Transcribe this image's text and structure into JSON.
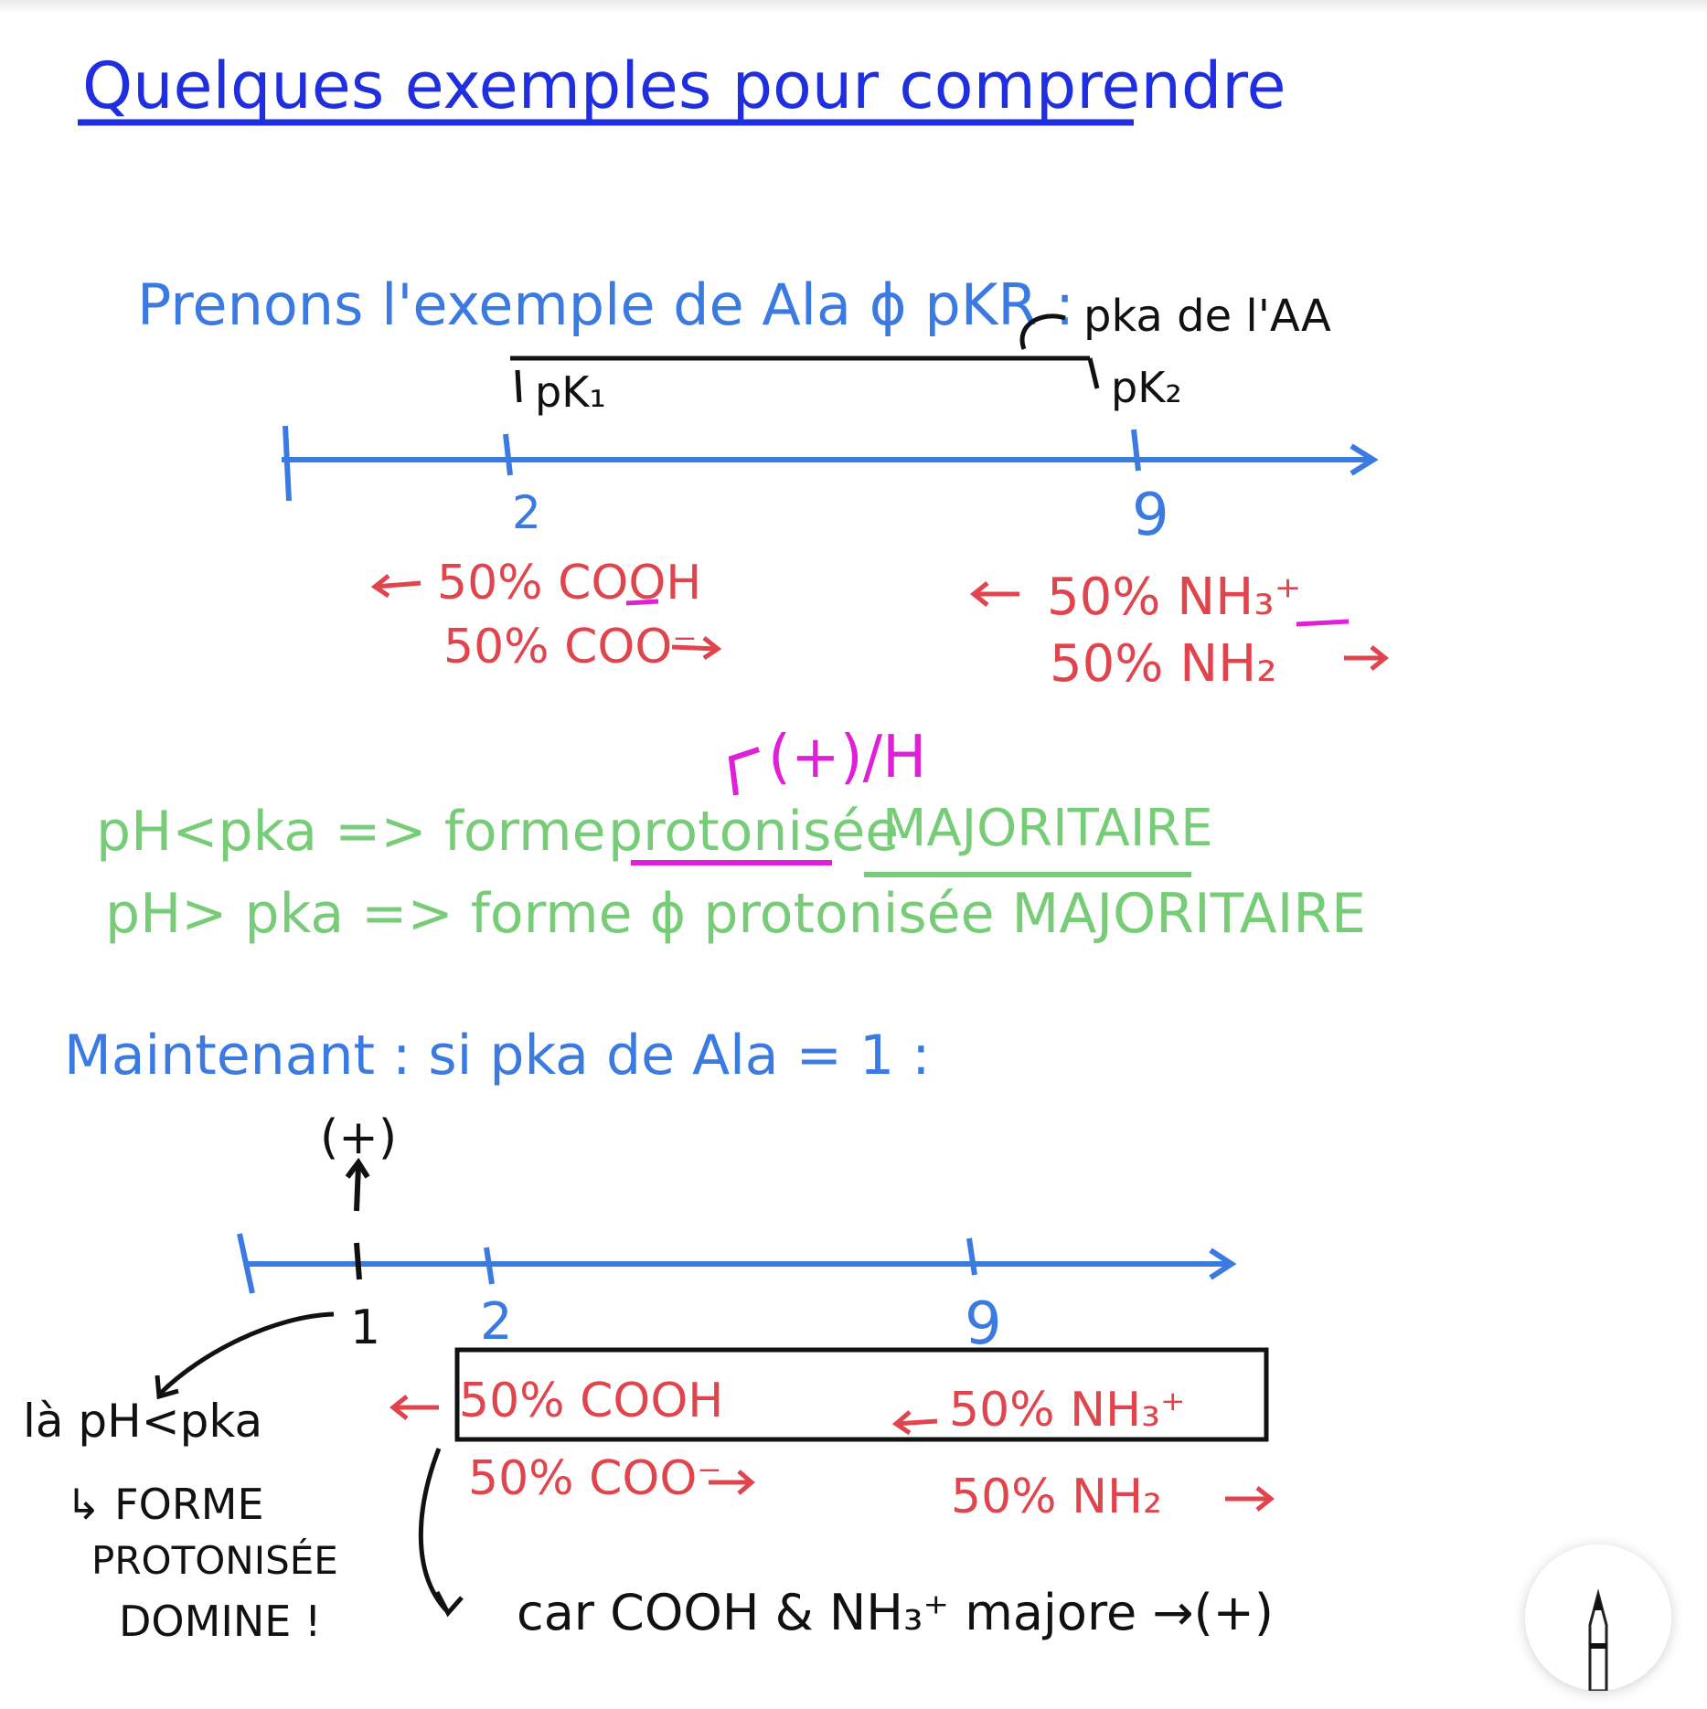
{
  "title": "Quelques exemples pour comprendre",
  "example1": {
    "heading": "Prenons l'exemple de Ala ϕ pKR :",
    "pka_annotation": "pka de l'AA",
    "pk1_label": "pK₁",
    "pk2_label": "pK₂",
    "tick_2": "2",
    "tick_9": "9",
    "left_species_1": "50% COOH",
    "left_species_2": "50% COO⁻",
    "right_species_1": "50% NH₃⁺",
    "right_species_2": "50% NH₂"
  },
  "charge_note": "(+)/H",
  "rules": {
    "rule1_prefix": "pH<pka => forme",
    "rule1_word": "protonisée",
    "rule1_suffix": "MAJORITAIRE",
    "rule2": "pH> pka => forme ϕ protonisée MAJORITAIRE"
  },
  "example2": {
    "heading": "Maintenant : si pka de Ala = 1 :",
    "charge_marker": "(+)",
    "tick_1": "1",
    "tick_2": "2",
    "tick_9": "9",
    "left_species_1": "50% COOH",
    "left_species_2": "50% COO⁻",
    "right_species_1": "50% NH₃⁺",
    "right_species_2": "50% NH₂",
    "note_line1": "là pH<pka",
    "note_line2": "↳ FORME",
    "note_line3": "PROTONISÉE",
    "note_line4": "DOMINE !",
    "conclusion": "car COOH & NH₃⁺ majore →(+)"
  },
  "colors": {
    "title_blue": "#1f2fe0",
    "axis_blue": "#3b7ae0",
    "red": "#e0444c",
    "green": "#77cc77",
    "pink": "#e020d8"
  },
  "icons": {
    "pen_tool": "pencil-icon"
  }
}
